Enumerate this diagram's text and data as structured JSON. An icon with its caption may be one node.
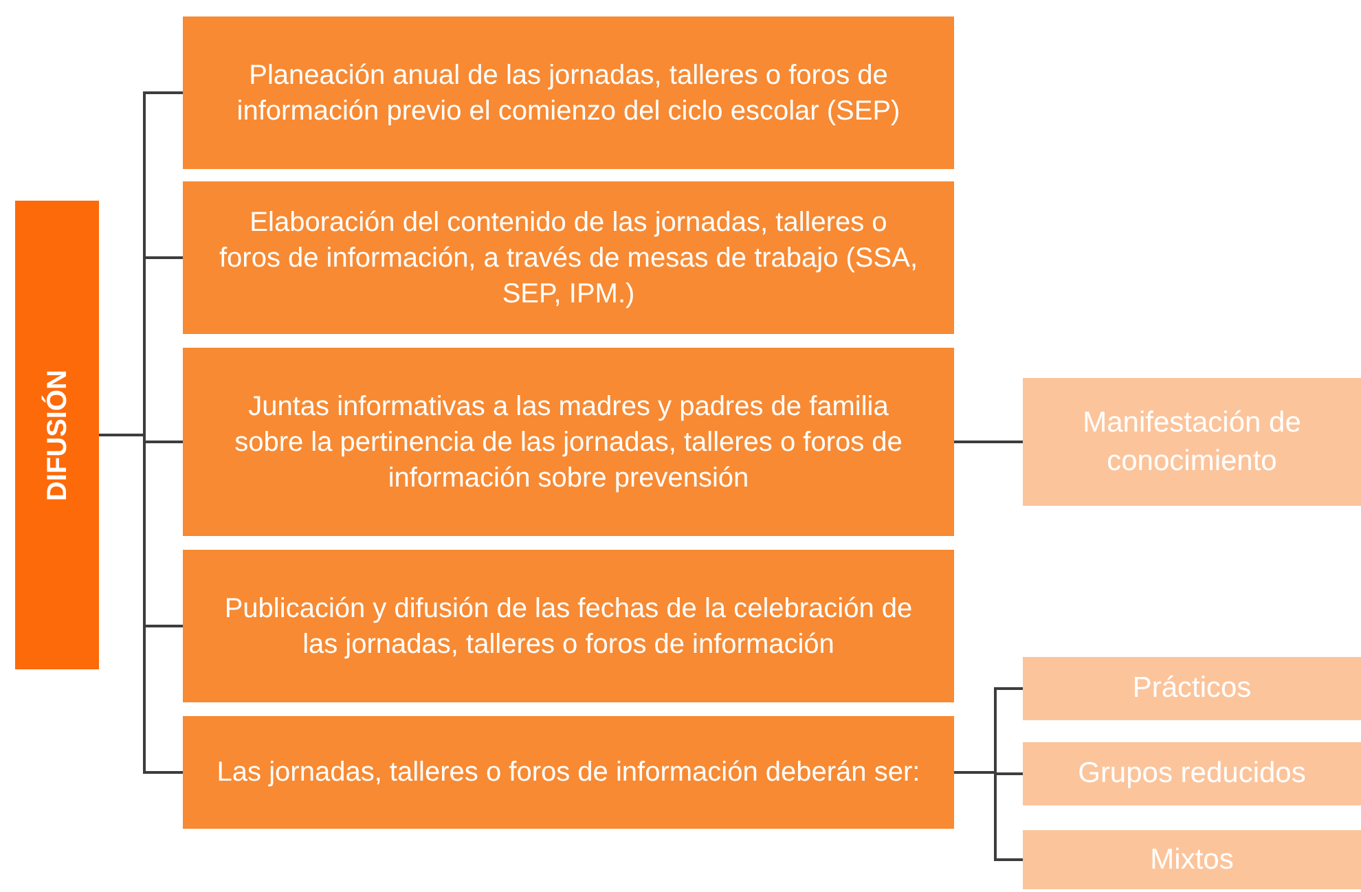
{
  "diagram": {
    "nodes": [
      {
        "text": [
          "DIFUSIÓN"
        ]
      },
      {
        "text": [
          "Planeación anual de las jornadas, talleres o foros de información previo el comienzo del ciclo escolar (SEP)"
        ]
      },
      {
        "text": [
          "Elaboración del contenido de las jornadas, talleres o foros de información, a través de mesas de trabajo (SSA, SEP, IPM.)"
        ]
      },
      {
        "text": [
          "Juntas informativas a las madres y padres de familia sobre la pertinencia de las jornadas, talleres o foros de información sobre prevensión"
        ]
      },
      {
        "text": [
          "Publicación y difusión de las fechas de la celebración de las jornadas, talleres o foros de información"
        ]
      },
      {
        "text": [
          "Las jornadas, talleres o foros de información deberán ser:"
        ]
      },
      {
        "text": [
          "Manifestación de conocimiento"
        ]
      },
      {
        "text": [
          "Prácticos"
        ]
      },
      {
        "text": [
          "Grupos reducidos"
        ]
      },
      {
        "text": [
          "Mixtos"
        ]
      }
    ],
    "edges": [
      {
        "from": 0,
        "to": 1,
        "arrow": "none"
      },
      {
        "from": 0,
        "to": 2,
        "arrow": "none"
      },
      {
        "from": 0,
        "to": 3,
        "arrow": "none"
      },
      {
        "from": 0,
        "to": 4,
        "arrow": "none"
      },
      {
        "from": 0,
        "to": 5,
        "arrow": "none"
      },
      {
        "from": 3,
        "to": 6,
        "arrow": "none"
      },
      {
        "from": 5,
        "to": 7,
        "arrow": "none"
      },
      {
        "from": 5,
        "to": 8,
        "arrow": "none"
      },
      {
        "from": 5,
        "to": 9,
        "arrow": "none"
      }
    ]
  }
}
